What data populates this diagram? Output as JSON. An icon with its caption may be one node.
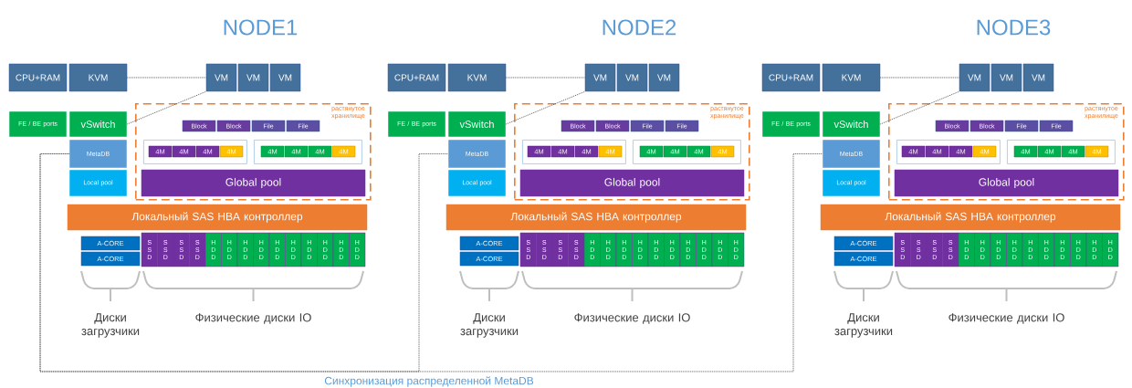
{
  "diagram": {
    "nodes": [
      {
        "text": [
          "CPU+RAM"
        ]
      },
      {
        "text": [
          "KVM"
        ]
      },
      {
        "text": [
          "VM"
        ]
      },
      {
        "text": [
          "VM"
        ]
      },
      {
        "text": [
          "VM"
        ]
      },
      {
        "text": [
          "FE / BE ports"
        ]
      },
      {
        "text": [
          "vSwitch"
        ]
      },
      {
        "text": [
          "MetaDB"
        ]
      },
      {
        "text": [
          "Local pool"
        ]
      },
      {
        "text": [
          "растянутое хранилище"
        ]
      },
      {
        "text": [
          "Block"
        ],
        "in": 9
      },
      {
        "text": [
          "Block"
        ],
        "in": 9
      },
      {
        "text": [
          "File"
        ],
        "in": 9
      },
      {
        "text": [
          "File"
        ],
        "in": 9
      },
      {
        "text": [],
        "shape": "box",
        "in": 9
      },
      {
        "text": [
          "4M"
        ],
        "in": 14
      },
      {
        "text": [
          "4M"
        ],
        "in": 14
      },
      {
        "text": [
          "4M"
        ],
        "in": 14
      },
      {
        "text": [
          "4M"
        ],
        "in": 14
      },
      {
        "text": [],
        "shape": "box",
        "in": 9
      },
      {
        "text": [
          "4M"
        ],
        "in": 19
      },
      {
        "text": [
          "4M"
        ],
        "in": 19
      },
      {
        "text": [
          "4M"
        ],
        "in": 19
      },
      {
        "text": [
          "4M"
        ],
        "in": 19
      },
      {
        "text": [
          "Global pool"
        ],
        "in": 9
      },
      {
        "text": [
          "Локальный SAS HBA контроллер"
        ]
      },
      {
        "text": [
          "A-CORE"
        ]
      },
      {
        "text": [
          "A-CORE"
        ]
      },
      {
        "text": [
          "S S D"
        ]
      },
      {
        "text": [
          "S S D"
        ]
      },
      {
        "text": [
          "S S D"
        ]
      },
      {
        "text": [
          "S S D"
        ]
      },
      {
        "text": [
          "H D D"
        ]
      },
      {
        "text": [
          "H D D"
        ]
      },
      {
        "text": [
          "H D D"
        ]
      },
      {
        "text": [
          "H D D"
        ]
      },
      {
        "text": [
          "H D D"
        ]
      },
      {
        "text": [
          "H D D"
        ]
      },
      {
        "text": [
          "H D D"
        ]
      },
      {
        "text": [
          "H D D"
        ]
      },
      {
        "text": [
          "H D D"
        ]
      },
      {
        "text": [
          "H D D"
        ]
      },
      {
        "text": [
          "CPU+RAM"
        ]
      },
      {
        "text": [
          "KVM"
        ]
      },
      {
        "text": [
          "VM"
        ]
      },
      {
        "text": [
          "VM"
        ]
      },
      {
        "text": [
          "VM"
        ]
      },
      {
        "text": [
          "FE / BE ports"
        ]
      },
      {
        "text": [
          "vSwitch"
        ]
      },
      {
        "text": [
          "MetaDB"
        ]
      },
      {
        "text": [
          "Local pool"
        ]
      },
      {
        "text": [
          "растянутое хранилище"
        ]
      },
      {
        "text": [
          "Block"
        ],
        "in": 51
      },
      {
        "text": [
          "Block"
        ],
        "in": 51
      },
      {
        "text": [
          "File"
        ],
        "in": 51
      },
      {
        "text": [
          "File"
        ],
        "in": 51
      },
      {
        "text": [],
        "shape": "box",
        "in": 51
      },
      {
        "text": [
          "4M"
        ],
        "in": 56
      },
      {
        "text": [
          "4M"
        ],
        "in": 56
      },
      {
        "text": [
          "4M"
        ],
        "in": 56
      },
      {
        "text": [
          "4M"
        ],
        "in": 56
      },
      {
        "text": [],
        "shape": "box",
        "in": 51
      },
      {
        "text": [
          "4M"
        ],
        "in": 61
      },
      {
        "text": [
          "4M"
        ],
        "in": 61
      },
      {
        "text": [
          "4M"
        ],
        "in": 61
      },
      {
        "text": [
          "4M"
        ],
        "in": 61
      },
      {
        "text": [
          "Global pool"
        ],
        "in": 51
      },
      {
        "text": [
          "Локальный SAS HBA контроллер"
        ]
      },
      {
        "text": [
          "A-CORE"
        ]
      },
      {
        "text": [
          "A-CORE"
        ]
      },
      {
        "text": [
          "S S D"
        ]
      },
      {
        "text": [
          "S S D"
        ]
      },
      {
        "text": [
          "S S D"
        ]
      },
      {
        "text": [
          "S S D"
        ]
      },
      {
        "text": [
          "H D D"
        ]
      },
      {
        "text": [
          "H D D"
        ]
      },
      {
        "text": [
          "H D D"
        ]
      },
      {
        "text": [
          "H D D"
        ]
      },
      {
        "text": [
          "H D D"
        ]
      },
      {
        "text": [
          "H D D"
        ]
      },
      {
        "text": [
          "H D D"
        ]
      },
      {
        "text": [
          "H D D"
        ]
      },
      {
        "text": [
          "H D D"
        ]
      },
      {
        "text": [
          "H D D"
        ]
      },
      {
        "text": [
          "CPU+RAM"
        ]
      },
      {
        "text": [
          "KVM"
        ]
      },
      {
        "text": [
          "VM"
        ]
      },
      {
        "text": [
          "VM"
        ]
      },
      {
        "text": [
          "VM"
        ]
      },
      {
        "text": [
          "FE / BE ports"
        ]
      },
      {
        "text": [
          "vSwitch"
        ]
      },
      {
        "text": [
          "MetaDB"
        ]
      },
      {
        "text": [
          "Local pool"
        ]
      },
      {
        "text": [
          "растянутое хранилище"
        ]
      },
      {
        "text": [
          "Block"
        ],
        "in": 93
      },
      {
        "text": [
          "Block"
        ],
        "in": 93
      },
      {
        "text": [
          "File"
        ],
        "in": 93
      },
      {
        "text": [
          "File"
        ],
        "in": 93
      },
      {
        "text": [],
        "shape": "box",
        "in": 93
      },
      {
        "text": [
          "4M"
        ],
        "in": 98
      },
      {
        "text": [
          "4M"
        ],
        "in": 98
      },
      {
        "text": [
          "4M"
        ],
        "in": 98
      },
      {
        "text": [
          "4M"
        ],
        "in": 98
      },
      {
        "text": [],
        "shape": "box",
        "in": 93
      },
      {
        "text": [
          "4M"
        ],
        "in": 103
      },
      {
        "text": [
          "4M"
        ],
        "in": 103
      },
      {
        "text": [
          "4M"
        ],
        "in": 103
      },
      {
        "text": [
          "4M"
        ],
        "in": 103
      },
      {
        "text": [
          "Global pool"
        ],
        "in": 93
      },
      {
        "text": [
          "Локальный SAS HBA контроллер"
        ]
      },
      {
        "text": [
          "A-CORE"
        ]
      },
      {
        "text": [
          "A-CORE"
        ]
      },
      {
        "text": [
          "S S D"
        ]
      },
      {
        "text": [
          "S S D"
        ]
      },
      {
        "text": [
          "S S D"
        ]
      },
      {
        "text": [
          "S S D"
        ]
      },
      {
        "text": [
          "H D D"
        ]
      },
      {
        "text": [
          "H D D"
        ]
      },
      {
        "text": [
          "H D D"
        ]
      },
      {
        "text": [
          "H D D"
        ]
      },
      {
        "text": [
          "H D D"
        ]
      },
      {
        "text": [
          "H D D"
        ]
      },
      {
        "text": [
          "H D D"
        ]
      },
      {
        "text": [
          "H D D"
        ]
      },
      {
        "text": [
          "H D D"
        ]
      },
      {
        "text": [
          "H D D"
        ]
      }
    ],
    "edges": [
      {
        "from": 1,
        "to": 2,
        "arrow": "none",
        "style": "dashed"
      },
      {
        "from": 6,
        "to": 2,
        "arrow": "none",
        "style": "dashed"
      },
      {
        "from": 43,
        "to": 44,
        "arrow": "none",
        "style": "dashed"
      },
      {
        "from": 48,
        "to": 44,
        "arrow": "none",
        "style": "dashed"
      },
      {
        "from": 85,
        "to": 86,
        "arrow": "none",
        "style": "dashed"
      },
      {
        "from": 90,
        "to": 86,
        "arrow": "none",
        "style": "dashed"
      },
      {
        "from": 7,
        "to": 49,
        "arrow": "none",
        "style": "dashed"
      },
      {
        "from": 7,
        "to": 91,
        "arrow": "none",
        "style": "dashed"
      }
    ],
    "labels": [
      "NODE1",
      "NODE2",
      "NODE3",
      "Диски загрузчики",
      "Физические диски IO",
      "Диски загрузчики",
      "Физические диски IO",
      "Диски загрузчики",
      "Физические диски IO",
      "Синхронизация распределенной MetaDB"
    ]
  }
}
